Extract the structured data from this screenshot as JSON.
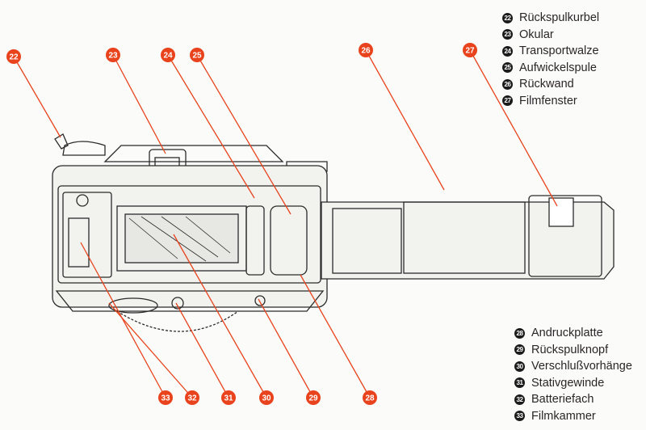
{
  "accent_color": "#e8431c",
  "legend_top": [
    {
      "num": "22",
      "label": "Rückspulkurbel"
    },
    {
      "num": "23",
      "label": "Okular"
    },
    {
      "num": "24",
      "label": "Transportwalze"
    },
    {
      "num": "25",
      "label": "Aufwickelspule"
    },
    {
      "num": "26",
      "label": "Rückwand"
    },
    {
      "num": "27",
      "label": "Filmfenster"
    }
  ],
  "legend_bottom": [
    {
      "num": "28",
      "label": "Andruckplatte"
    },
    {
      "num": "29",
      "label": "Rückspulknopf"
    },
    {
      "num": "30",
      "label": "Verschlußvorhänge"
    },
    {
      "num": "31",
      "label": "Stativgewinde"
    },
    {
      "num": "32",
      "label": "Batteriefach"
    },
    {
      "num": "33",
      "label": "Filmkammer"
    }
  ],
  "callouts": [
    "22",
    "23",
    "24",
    "25",
    "26",
    "27",
    "28",
    "29",
    "30",
    "31",
    "32",
    "33"
  ]
}
